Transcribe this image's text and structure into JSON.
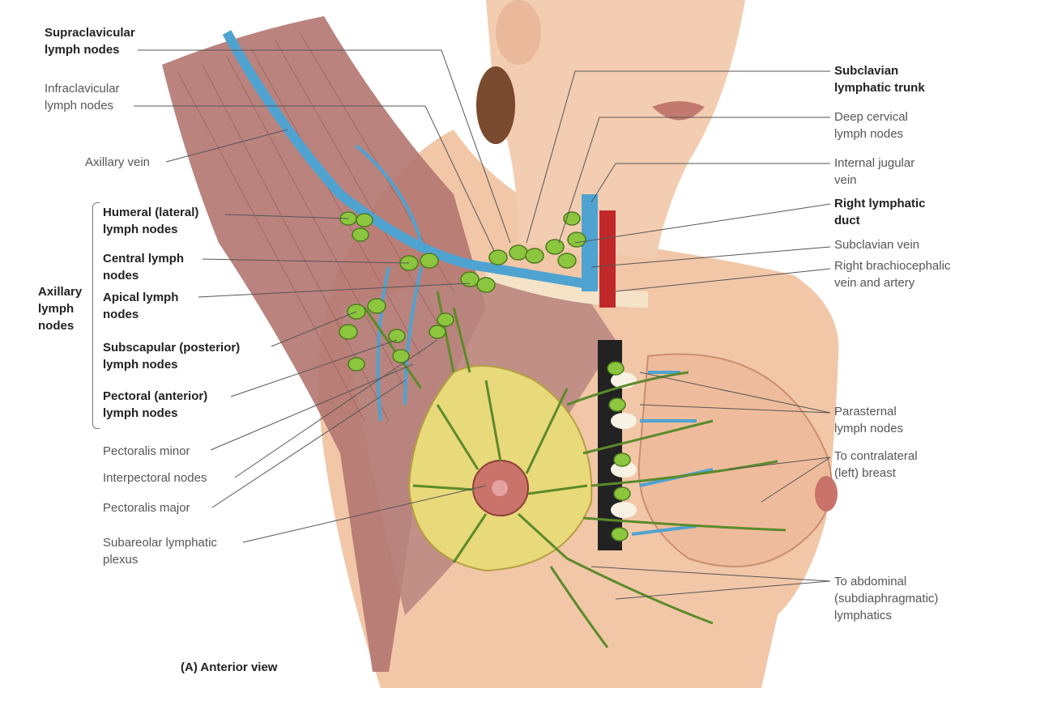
{
  "figure": {
    "caption": "(A) Anterior view",
    "left_labels": {
      "supraclavicular": "Supraclavicular\nlymph nodes",
      "infraclavicular": "Infraclavicular\nlymph nodes",
      "axillary_vein": "Axillary vein",
      "axillary_group": "Axillary\nlymph\nnodes",
      "humeral": "Humeral (lateral)\nlymph nodes",
      "central": "Central lymph\nnodes",
      "apical": "Apical lymph\nnodes",
      "subscapular": "Subscapular (posterior)\nlymph nodes",
      "pectoral": "Pectoral (anterior)\nlymph nodes",
      "pectoralis_minor": "Pectoralis minor",
      "interpectoral": "Interpectoral nodes",
      "pectoralis_major": "Pectoralis major",
      "subareolar": "Subareolar lymphatic\nplexus"
    },
    "right_labels": {
      "subclavian_trunk": "Subclavian\nlymphatic trunk",
      "deep_cervical": "Deep cervical\nlymph nodes",
      "internal_jugular": "Internal jugular\nvein",
      "right_lymphatic_duct": "Right lymphatic\nduct",
      "subclavian_vein": "Subclavian vein",
      "brachiocephalic": "Right brachiocephalic\nvein and artery",
      "parasternal": "Parasternal\nlymph nodes",
      "contralateral": "To contralateral\n(left) breast",
      "abdominal": "To abdominal\n(subdiaphragmatic)\nlymphatics"
    },
    "colors": {
      "skin": "#f1c7a8",
      "muscle": "#a86a66",
      "vein": "#4fa3d1",
      "artery": "#c0282a",
      "node": "#8cc63f",
      "gland": "#e8d97a",
      "areola": "#c9736a"
    }
  }
}
